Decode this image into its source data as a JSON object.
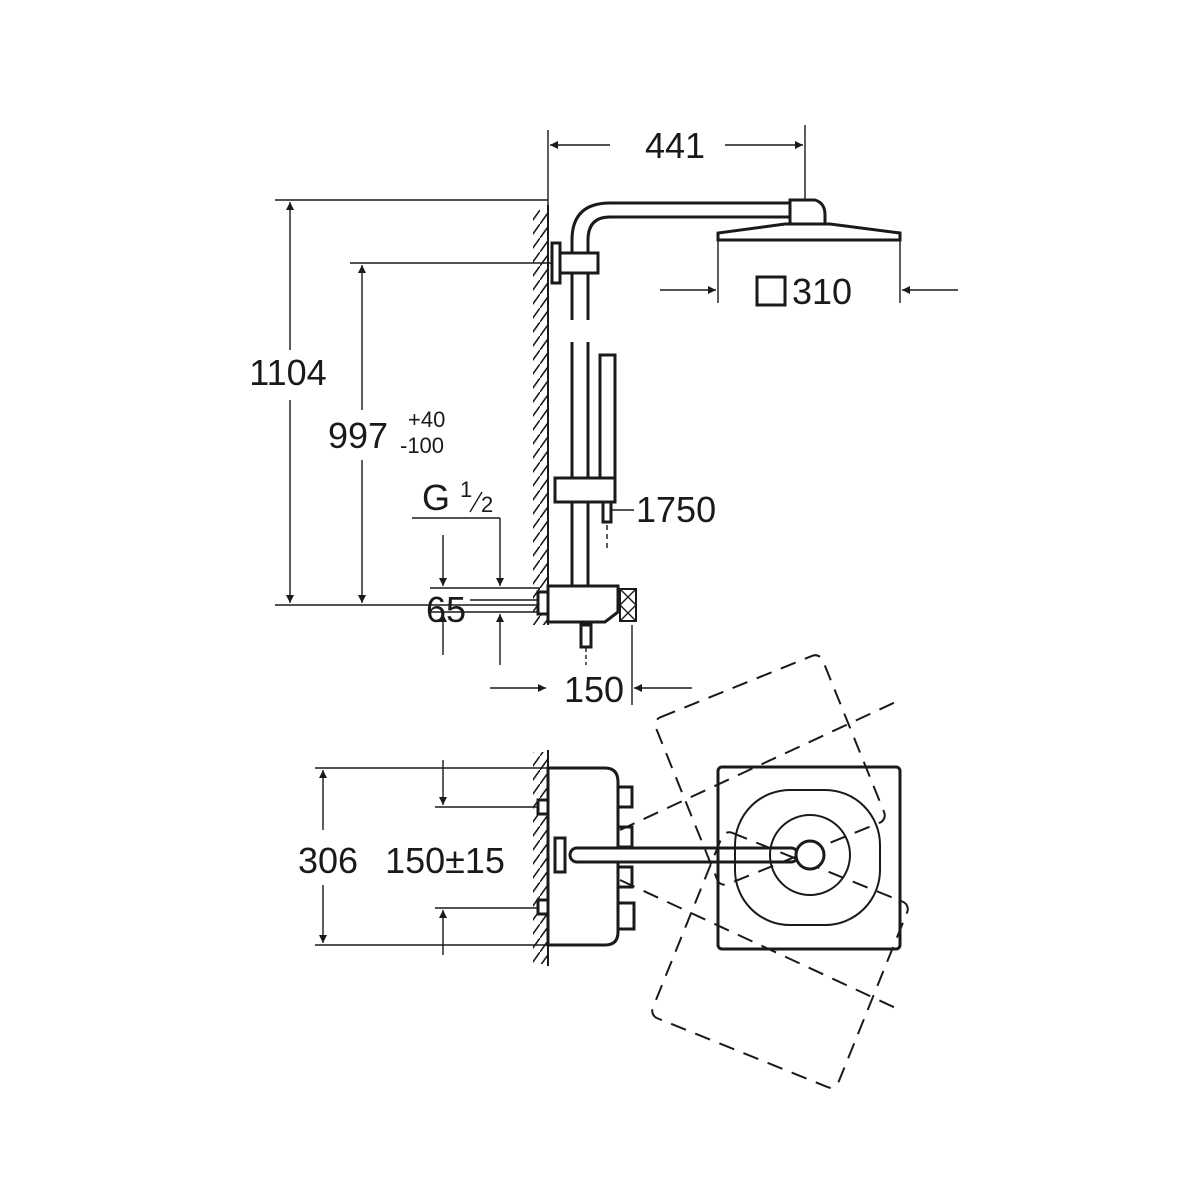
{
  "drawing": {
    "side_view": {
      "projection_length": "441",
      "total_height": "1104",
      "mount_height": "997",
      "mount_tol_plus": "+40",
      "mount_tol_minus": "-100",
      "thread_g": "G",
      "thread_num": "1",
      "thread_den": "2",
      "inlet_spacing": "65",
      "mixer_depth": "150",
      "hose_length": "1750",
      "head_size": "310"
    },
    "top_view": {
      "width": "306",
      "centres": "150±15"
    },
    "stroke_color": "#1a1a1a"
  }
}
